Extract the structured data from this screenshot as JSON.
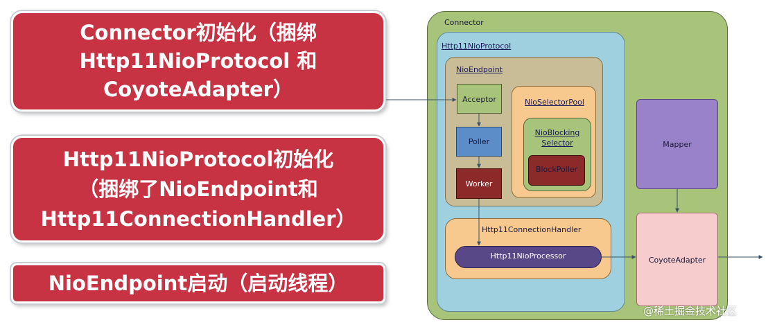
{
  "callouts": [
    {
      "lines": [
        "Connector初始化（捆绑",
        "Http11NioProtocol 和",
        "CoyoteAdapter）"
      ]
    },
    {
      "lines": [
        "Http11NioProtocol初始化",
        "（捆绑了NioEndpoint和",
        "Http11ConnectionHandler）"
      ]
    },
    {
      "lines": [
        "NioEndpoint启动（启动线程）"
      ]
    }
  ],
  "diagram": {
    "connector": "Connector",
    "protocol": "Http11NioProtocol",
    "endpoint": "NioEndpoint",
    "acceptor": "Acceptor",
    "poller": "Poller",
    "worker": "Worker",
    "selector_pool": "NioSelectorPool",
    "nio_blocking_line1": "NioBlocking",
    "nio_blocking_line2": "Selector",
    "block_poller": "BlockPoller",
    "handler": "Http11ConnectionHandler",
    "processor": "Http11NioProcessor",
    "mapper": "Mapper",
    "adapter": "CoyoteAdapter"
  },
  "watermark": "@稀土掘金技术社区"
}
